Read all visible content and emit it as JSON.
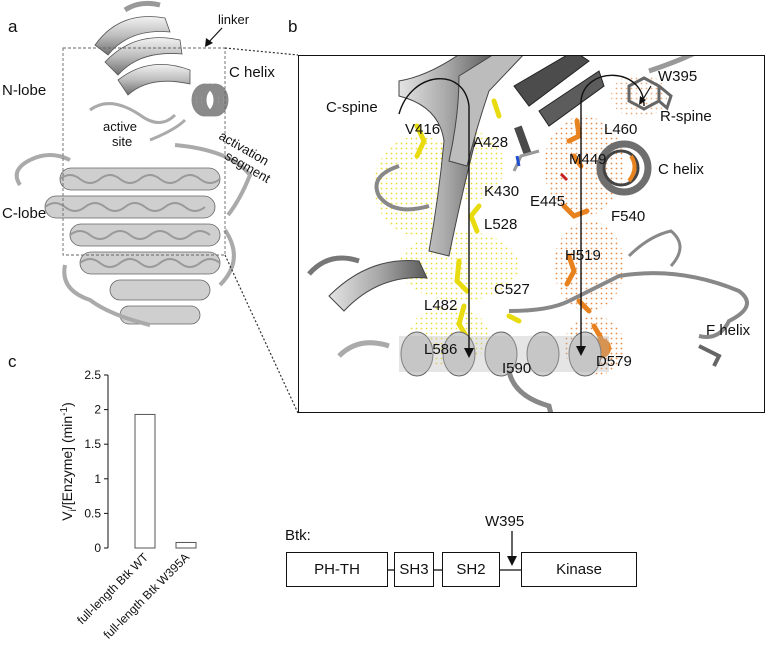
{
  "panels": {
    "a": "a",
    "b": "b",
    "c": "c"
  },
  "panel_a": {
    "n_lobe": "N-lobe",
    "c_lobe": "C-lobe",
    "linker": "linker",
    "c_helix": "C helix",
    "active_site_1": "active",
    "active_site_2": "site",
    "activation_1": "activation",
    "activation_2": "segment"
  },
  "panel_b": {
    "c_spine": "C-spine",
    "r_spine": "R-spine",
    "c_helix": "C helix",
    "f_helix": "F helix",
    "residues": [
      "W395",
      "V416",
      "A428",
      "L460",
      "M449",
      "K430",
      "E445",
      "F540",
      "L528",
      "H519",
      "C527",
      "L482",
      "L586",
      "I590",
      "D579"
    ]
  },
  "chart_data": {
    "type": "bar",
    "categories": [
      "full-length Btk WT",
      "full-length Btk W395A"
    ],
    "values": [
      1.93,
      0.08
    ],
    "ylabel": "V_i/[Enzyme] (min^-1)",
    "ylabel_main": "V",
    "ylabel_sub": "i",
    "ylabel_rest": "/[Enzyme] (min",
    "ylabel_sup": "-1",
    "ylabel_close": ")",
    "ylim": [
      0,
      2.5
    ],
    "yticks": [
      "0",
      "0.5",
      "1",
      "1.5",
      "2",
      "2.5"
    ]
  },
  "domain_map": {
    "title": "Btk:",
    "domains": [
      "PH-TH",
      "SH3",
      "SH2",
      "Kinase"
    ],
    "mutation": "W395"
  },
  "colors": {
    "c_spine": "#f0e30a",
    "r_spine": "#e8821e",
    "protein": "#8c8c8c"
  }
}
